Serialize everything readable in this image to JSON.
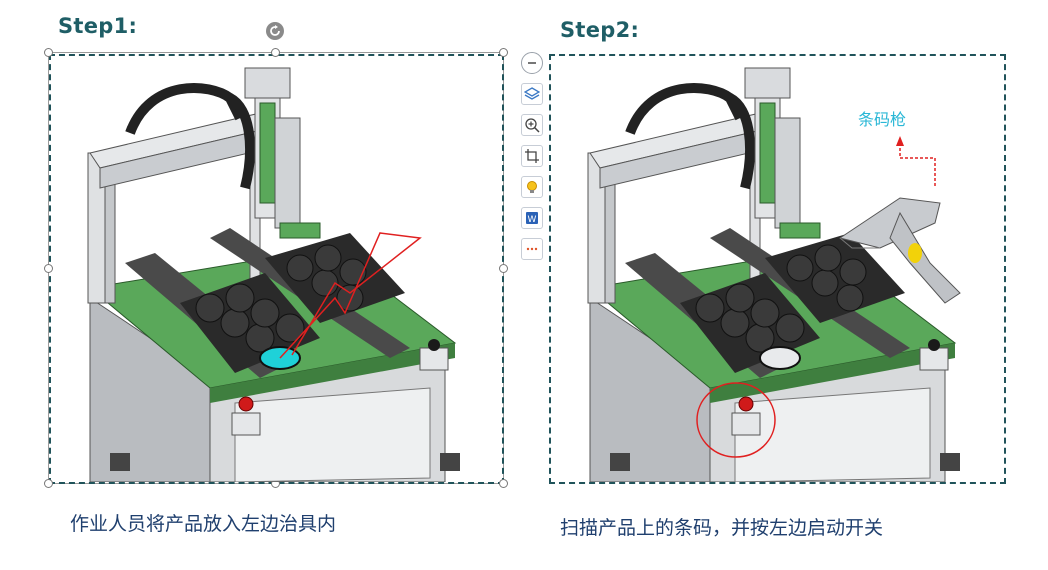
{
  "step1": {
    "title": "Step1:",
    "caption": "作业人员将产品放入左边治具内"
  },
  "step2": {
    "title": "Step2:",
    "caption": "扫描产品上的条码，并按左边启动开关",
    "scanner_label": "条码枪"
  },
  "toolbar": {
    "items": [
      "minus-icon",
      "layers-icon",
      "zoom-in-icon",
      "crop-icon",
      "lightbulb-icon",
      "word-icon",
      "more-icon"
    ]
  },
  "colors": {
    "title": "#1f5e66",
    "frame": "#20535a",
    "caption": "#1f3f6e",
    "label": "#2ab7d6",
    "callout": "#e02020"
  }
}
